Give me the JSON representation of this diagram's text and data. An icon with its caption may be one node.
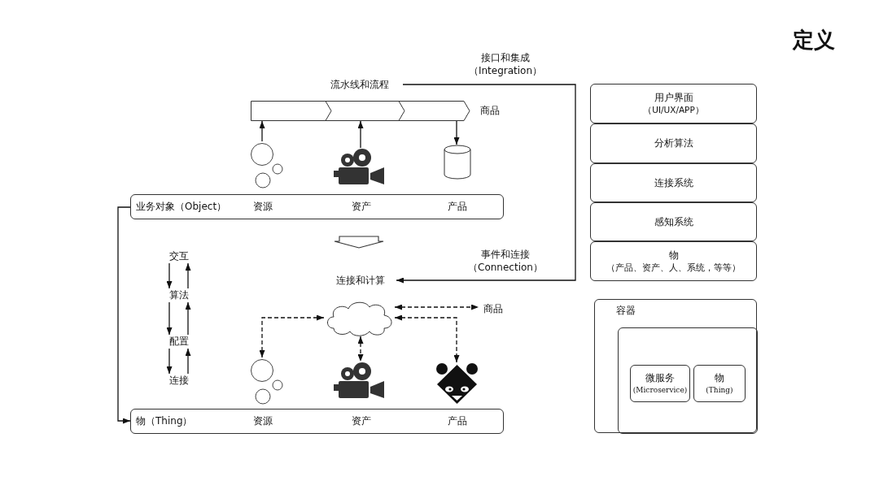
{
  "diagram": {
    "title": "定义",
    "nodes": [
      {
        "text": [
          "流水线和流程"
        ]
      },
      {
        "text": [],
        "shape": "bar",
        "beside": [
          "商品"
        ]
      },
      {
        "text": [],
        "shape": "circle"
      },
      {
        "text": [],
        "shape": "picture"
      },
      {
        "text": [],
        "shape": "cylinder"
      },
      {
        "text": [
          "业务对象（Object）",
          "资源",
          "资产",
          "产品"
        ]
      },
      {
        "text": [
          "连接和计算"
        ]
      },
      {
        "text": [],
        "shape": "cloud"
      },
      {
        "text": [
          "商品"
        ]
      },
      {
        "text": [],
        "shape": "circle"
      },
      {
        "text": [],
        "shape": "picture"
      },
      {
        "text": [],
        "shape": "picture"
      },
      {
        "text": [
          "物（Thing）",
          "资源",
          "资产",
          "产品"
        ]
      },
      {
        "text": [
          "交互"
        ]
      },
      {
        "text": [
          "算法"
        ]
      },
      {
        "text": [
          "配置"
        ]
      },
      {
        "text": [
          "连接"
        ]
      },
      {
        "text": [
          "用户界面",
          "（UI/UX/APP）"
        ]
      },
      {
        "text": [
          "分析算法"
        ]
      },
      {
        "text": [
          "连接系统"
        ]
      },
      {
        "text": [
          "感知系统"
        ]
      },
      {
        "text": [
          "物",
          "（产品、资产、人、系统，等等）"
        ]
      },
      {
        "text": [
          "容器"
        ]
      },
      {
        "text": [],
        "shape": "box",
        "in": 22
      },
      {
        "text": [
          "微服务",
          "(Microservice)"
        ],
        "in": 23
      },
      {
        "text": [
          "物",
          "(Thing)"
        ],
        "in": 23
      }
    ],
    "edges": [
      {
        "from": 0,
        "to": 6,
        "arrow": "to",
        "label": "接口和集成（Integration）"
      },
      {
        "from": 2,
        "to": 1,
        "arrow": "to"
      },
      {
        "from": 3,
        "to": 1,
        "arrow": "to"
      },
      {
        "from": 1,
        "to": 4,
        "arrow": "to"
      },
      {
        "from": 5,
        "to": 12,
        "arrow": "to"
      },
      {
        "from": 7,
        "to": 8,
        "arrow": "both",
        "style": "dashed"
      },
      {
        "from": 7,
        "to": 9,
        "arrow": "both",
        "style": "dashed"
      },
      {
        "from": 7,
        "to": 10,
        "arrow": "both",
        "style": "dashed"
      },
      {
        "from": 7,
        "to": 11,
        "arrow": "both",
        "style": "dashed"
      },
      {
        "from": 13,
        "to": 14,
        "arrow": "to"
      },
      {
        "from": 14,
        "to": 13,
        "arrow": "to"
      },
      {
        "from": 14,
        "to": 15,
        "arrow": "to"
      },
      {
        "from": 15,
        "to": 14,
        "arrow": "to"
      },
      {
        "from": 15,
        "to": 16,
        "arrow": "to"
      },
      {
        "from": 16,
        "to": 15,
        "arrow": "to"
      }
    ],
    "labels": [
      "事件和连接（Connection）"
    ]
  }
}
